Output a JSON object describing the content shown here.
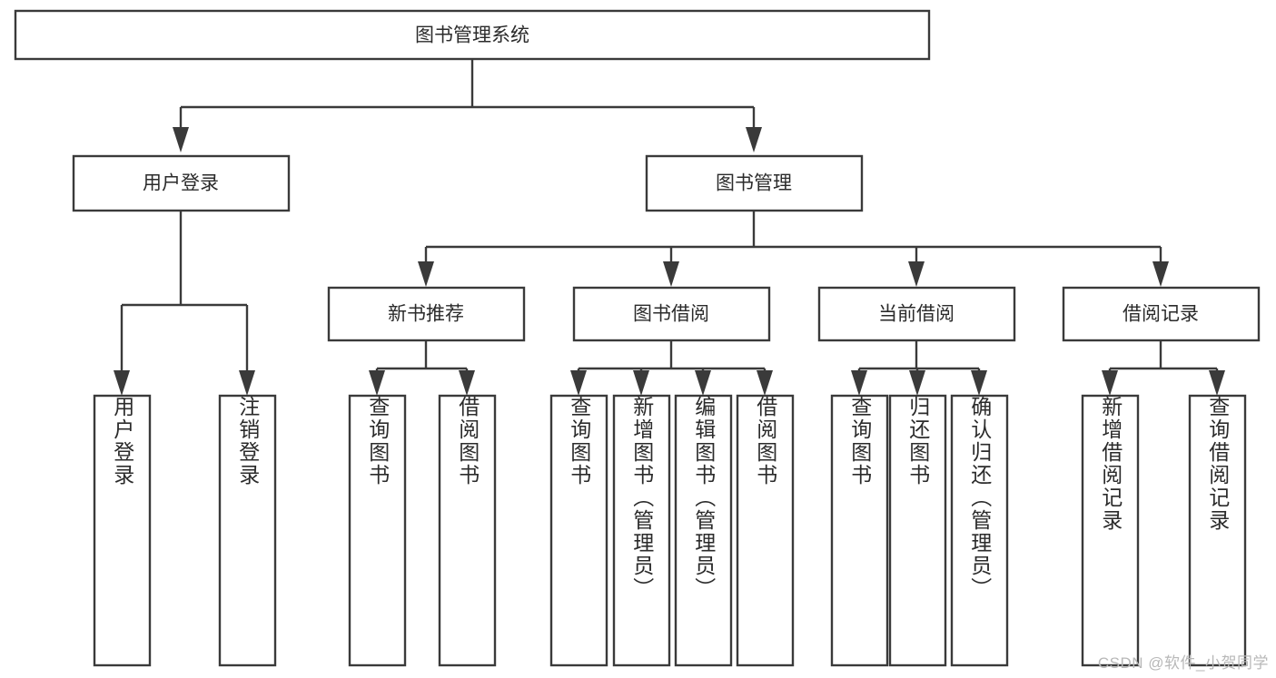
{
  "diagram": {
    "type": "tree",
    "title": "图书管理系统",
    "colors": {
      "stroke": "#3a3a3a",
      "box_fill": "#ffffff",
      "text": "#2b2b2b",
      "background": "#ffffff",
      "watermark": "#b8b8b8"
    },
    "root": {
      "label": "图书管理系统"
    },
    "level2": [
      {
        "label": "用户登录"
      },
      {
        "label": "图书管理"
      }
    ],
    "level3": [
      {
        "label": "新书推荐"
      },
      {
        "label": "图书借阅"
      },
      {
        "label": "当前借阅"
      },
      {
        "label": "借阅记录"
      }
    ],
    "leaves": {
      "user_login": [
        {
          "label": "用户登录"
        },
        {
          "label": "注销登录"
        }
      ],
      "new_book_recommend": [
        {
          "label": "查询图书"
        },
        {
          "label": "借阅图书"
        }
      ],
      "book_borrow": [
        {
          "label": "查询图书"
        },
        {
          "label": "新增图书（管理员）"
        },
        {
          "label": "编辑图书（管理员）"
        },
        {
          "label": "借阅图书"
        }
      ],
      "current_borrow": [
        {
          "label": "查询图书"
        },
        {
          "label": "归还图书"
        },
        {
          "label": "确认归还（管理员）"
        }
      ],
      "borrow_records": [
        {
          "label": "新增借阅记录"
        },
        {
          "label": "查询借阅记录"
        }
      ]
    },
    "watermark": "CSDN @软件_小贺同学"
  }
}
